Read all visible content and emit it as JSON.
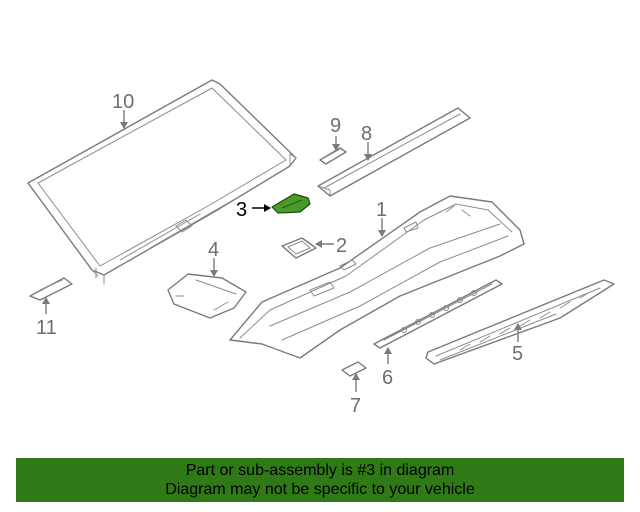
{
  "diagram": {
    "highlight_color": "#4a9a2a",
    "part_labels": {
      "p1": "1",
      "p2": "2",
      "p3": "3",
      "p4": "4",
      "p5": "5",
      "p6": "6",
      "p7": "7",
      "p8": "8",
      "p9": "9",
      "p10": "10",
      "p11": "11"
    }
  },
  "banner": {
    "line1": "Part or sub-assembly is #3 in diagram",
    "line2": "Diagram may not be specific to your vehicle",
    "background": "#2f7a16"
  }
}
